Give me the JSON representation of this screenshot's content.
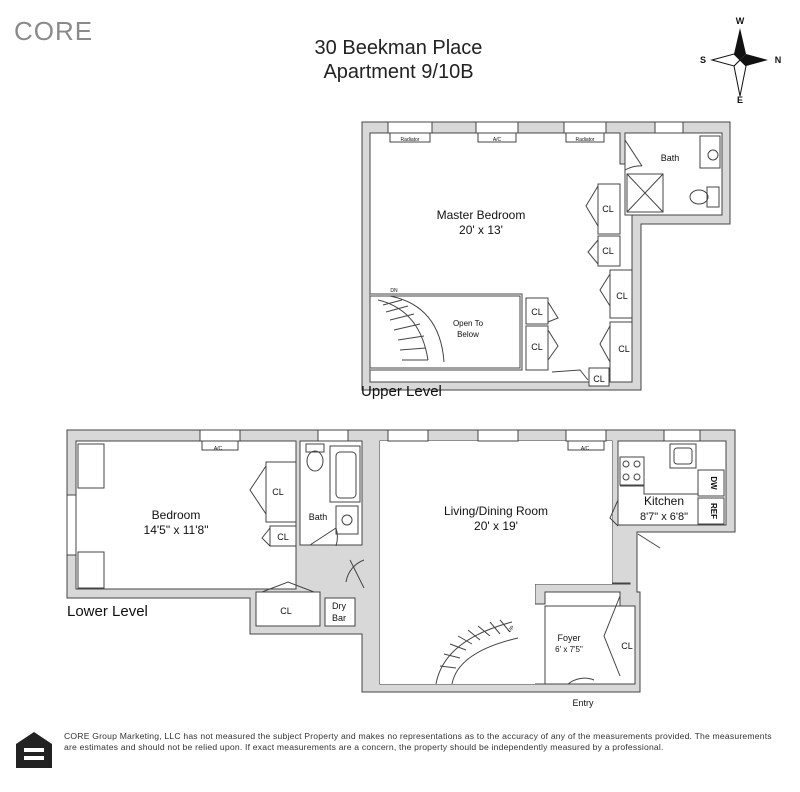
{
  "brand": {
    "logo_text": "CORE"
  },
  "header": {
    "address": "30 Beekman Place",
    "unit": "Apartment 9/10B"
  },
  "compass": {
    "north": "N",
    "south": "S",
    "east": "E",
    "west": "W"
  },
  "levels": {
    "upper": "Upper Level",
    "lower": "Lower Level"
  },
  "upper_rooms": {
    "master_name": "Master Bedroom",
    "master_dim": "20' x 13'",
    "bath": "Bath",
    "closet": "CL",
    "open_line1": "Open To",
    "open_line2": "Below",
    "stair_dn": "DN",
    "radiator": "Radiator",
    "ac": "A/C"
  },
  "lower_rooms": {
    "bedroom_name": "Bedroom",
    "bedroom_dim": "14'5\" x 11'8\"",
    "bath": "Bath",
    "closet": "CL",
    "living_name": "Living/Dining Room",
    "living_dim": "20' x 19'",
    "kitchen_name": "Kitchen",
    "kitchen_dim": "8'7\" x 6'8\"",
    "dw": "DW",
    "ref": "REF",
    "dry": "Dry",
    "bar": "Bar",
    "foyer_name": "Foyer",
    "foyer_dim": "6' x 7'5\"",
    "entry": "Entry",
    "stair_up": "UP",
    "ac": "A/C"
  },
  "footer": {
    "disclaimer": "CORE Group Marketing, LLC has not measured the subject Property and makes no representations as to the accuracy of any of the measurements provided. The measurements are estimates and should not be relied upon. If exact measurements are a concern, the property should be independently measured by a professional."
  }
}
